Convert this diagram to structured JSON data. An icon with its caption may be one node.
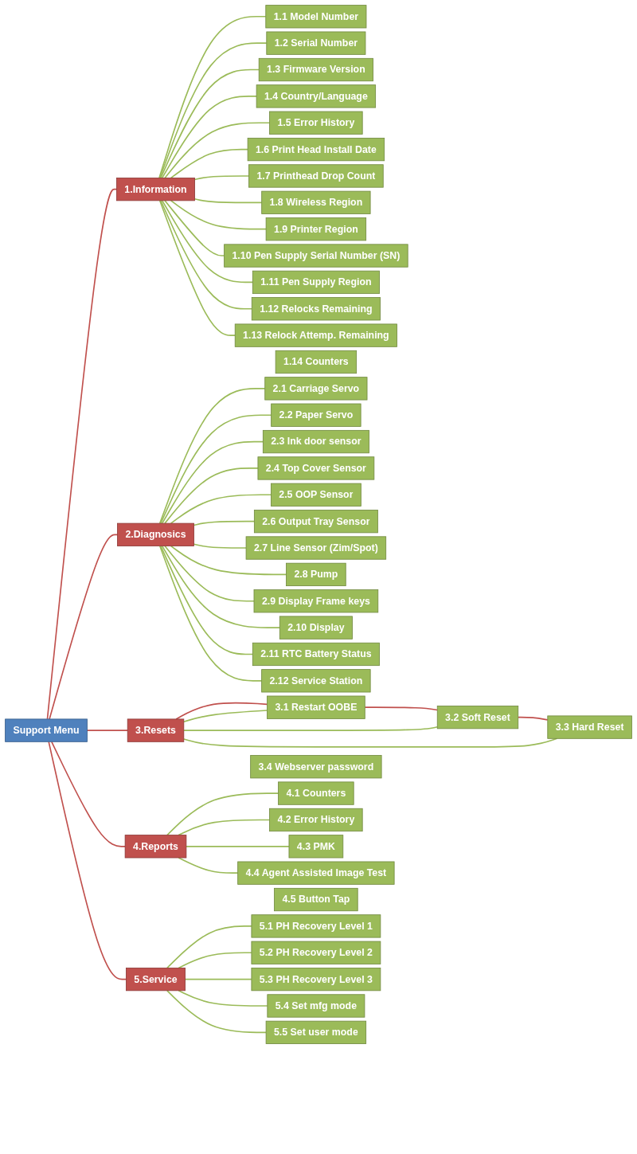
{
  "diagram": {
    "nodes": [
      {
        "text": [
          "Support Menu"
        ]
      },
      {
        "text": [
          "1.Information"
        ]
      },
      {
        "text": [
          "2.Diagnosics"
        ]
      },
      {
        "text": [
          "3.Resets"
        ]
      },
      {
        "text": [
          "4.Reports"
        ]
      },
      {
        "text": [
          "5.Service"
        ]
      },
      {
        "text": [
          "1.1 Model Number"
        ]
      },
      {
        "text": [
          "1.2 Serial Number"
        ]
      },
      {
        "text": [
          "1.3 Firmware Version"
        ]
      },
      {
        "text": [
          "1.4 Country/Language"
        ]
      },
      {
        "text": [
          "1.5 Error History"
        ]
      },
      {
        "text": [
          "1.6 Print Head Install Date"
        ]
      },
      {
        "text": [
          "1.7 Printhead Drop Count"
        ]
      },
      {
        "text": [
          "1.8 Wireless Region"
        ]
      },
      {
        "text": [
          "1.9 Printer Region"
        ]
      },
      {
        "text": [
          "1.10 Pen Supply Serial Number (SN)"
        ]
      },
      {
        "text": [
          "1.11 Pen Supply Region"
        ]
      },
      {
        "text": [
          "1.12 Relocks Remaining"
        ]
      },
      {
        "text": [
          "1.13 Relock Attemp. Remaining"
        ]
      },
      {
        "text": [
          "1.14 Counters"
        ]
      },
      {
        "text": [
          "2.1 Carriage Servo"
        ]
      },
      {
        "text": [
          "2.2 Paper Servo"
        ]
      },
      {
        "text": [
          "2.3 Ink door sensor"
        ]
      },
      {
        "text": [
          "2.4 Top Cover Sensor"
        ]
      },
      {
        "text": [
          "2.5 OOP Sensor"
        ]
      },
      {
        "text": [
          "2.6 Output Tray Sensor"
        ]
      },
      {
        "text": [
          "2.7 Line Sensor (Zim/Spot)"
        ]
      },
      {
        "text": [
          "2.8 Pump"
        ]
      },
      {
        "text": [
          "2.9 Display Frame keys"
        ]
      },
      {
        "text": [
          "2.10 Display"
        ]
      },
      {
        "text": [
          "2.11 RTC Battery Status"
        ]
      },
      {
        "text": [
          "2.12 Service Station"
        ]
      },
      {
        "text": [
          "3.1 Restart OOBE"
        ]
      },
      {
        "text": [
          "3.2 Soft Reset"
        ]
      },
      {
        "text": [
          "3.3 Hard Reset"
        ]
      },
      {
        "text": [
          "3.4 Webserver password"
        ]
      },
      {
        "text": [
          "4.1 Counters"
        ]
      },
      {
        "text": [
          "4.2 Error History"
        ]
      },
      {
        "text": [
          "4.3 PMK"
        ]
      },
      {
        "text": [
          "4.4 Agent Assisted Image Test"
        ]
      },
      {
        "text": [
          "4.5 Button Tap"
        ]
      },
      {
        "text": [
          "5.1 PH Recovery Level 1"
        ]
      },
      {
        "text": [
          "5.2 PH Recovery Level 2"
        ]
      },
      {
        "text": [
          "5.3 PH Recovery Level 3"
        ]
      },
      {
        "text": [
          "5.4 Set mfg mode"
        ]
      },
      {
        "text": [
          "5.5 Set user mode"
        ]
      }
    ],
    "edges": [
      {
        "from": 0,
        "to": 1,
        "arrow": "none",
        "color": "#c0504d"
      },
      {
        "from": 0,
        "to": 2,
        "arrow": "none",
        "color": "#c0504d"
      },
      {
        "from": 0,
        "to": 3,
        "arrow": "none",
        "color": "#c0504d"
      },
      {
        "from": 0,
        "to": 4,
        "arrow": "none",
        "color": "#c0504d"
      },
      {
        "from": 0,
        "to": 5,
        "arrow": "none",
        "color": "#c0504d"
      },
      {
        "from": 1,
        "to": 6,
        "arrow": "none"
      },
      {
        "from": 1,
        "to": 7,
        "arrow": "none"
      },
      {
        "from": 1,
        "to": 8,
        "arrow": "none"
      },
      {
        "from": 1,
        "to": 9,
        "arrow": "none"
      },
      {
        "from": 1,
        "to": 10,
        "arrow": "none"
      },
      {
        "from": 1,
        "to": 11,
        "arrow": "none"
      },
      {
        "from": 1,
        "to": 12,
        "arrow": "none"
      },
      {
        "from": 1,
        "to": 13,
        "arrow": "none"
      },
      {
        "from": 1,
        "to": 14,
        "arrow": "none"
      },
      {
        "from": 1,
        "to": 15,
        "arrow": "none"
      },
      {
        "from": 1,
        "to": 16,
        "arrow": "none"
      },
      {
        "from": 1,
        "to": 17,
        "arrow": "none"
      },
      {
        "from": 1,
        "to": 18,
        "arrow": "none"
      },
      {
        "from": 2,
        "to": 20,
        "arrow": "none"
      },
      {
        "from": 2,
        "to": 21,
        "arrow": "none"
      },
      {
        "from": 2,
        "to": 22,
        "arrow": "none"
      },
      {
        "from": 2,
        "to": 23,
        "arrow": "none"
      },
      {
        "from": 2,
        "to": 24,
        "arrow": "none"
      },
      {
        "from": 2,
        "to": 25,
        "arrow": "none"
      },
      {
        "from": 2,
        "to": 26,
        "arrow": "none"
      },
      {
        "from": 2,
        "to": 27,
        "arrow": "none"
      },
      {
        "from": 2,
        "to": 28,
        "arrow": "none"
      },
      {
        "from": 2,
        "to": 29,
        "arrow": "none"
      },
      {
        "from": 2,
        "to": 30,
        "arrow": "none"
      },
      {
        "from": 2,
        "to": 31,
        "arrow": "none"
      },
      {
        "from": 3,
        "to": 32,
        "arrow": "none",
        "color": "#c0504d"
      },
      {
        "from": 32,
        "to": 33,
        "arrow": "none",
        "color": "#c0504d"
      },
      {
        "from": 33,
        "to": 34,
        "arrow": "none",
        "color": "#c0504d"
      },
      {
        "from": 3,
        "to": 32,
        "arrow": "none"
      },
      {
        "from": 3,
        "to": 33,
        "arrow": "none"
      },
      {
        "from": 3,
        "to": 34,
        "arrow": "none"
      },
      {
        "from": 4,
        "to": 36,
        "arrow": "none"
      },
      {
        "from": 4,
        "to": 37,
        "arrow": "none"
      },
      {
        "from": 4,
        "to": 38,
        "arrow": "none"
      },
      {
        "from": 4,
        "to": 39,
        "arrow": "none"
      },
      {
        "from": 5,
        "to": 41,
        "arrow": "none"
      },
      {
        "from": 5,
        "to": 42,
        "arrow": "none"
      },
      {
        "from": 5,
        "to": 43,
        "arrow": "none"
      },
      {
        "from": 5,
        "to": 44,
        "arrow": "none"
      },
      {
        "from": 5,
        "to": 45,
        "arrow": "none"
      }
    ]
  }
}
